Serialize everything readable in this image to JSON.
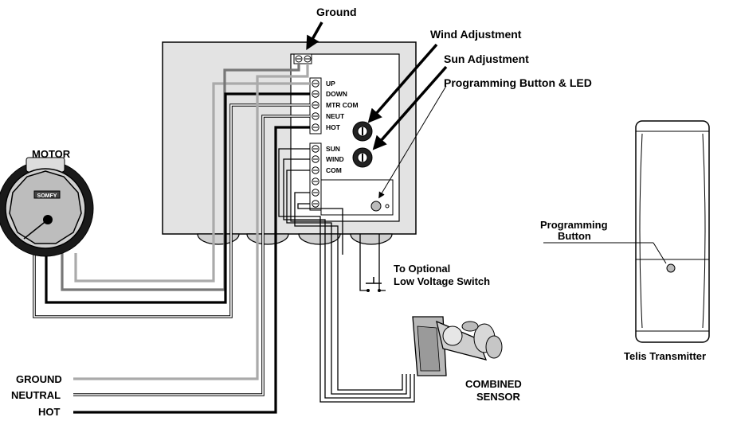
{
  "labels": {
    "ground_top": "Ground",
    "wind_adjustment": "Wind Adjustment",
    "sun_adjustment": "Sun Adjustment",
    "programming_button_led": "Programming Button & LED",
    "motor": "MOTOR",
    "programming_button_line1": "Programming",
    "programming_button_line2": "Button",
    "telis_transmitter": "Telis Transmitter",
    "optional_switch_line1": "To Optional",
    "optional_switch_line2": "Low Voltage Switch",
    "combined_sensor_line1": "COMBINED",
    "combined_sensor_line2": "SENSOR",
    "ground_wire": "GROUND",
    "neutral_wire": "NEUTRAL",
    "hot_wire": "HOT"
  },
  "terminals": {
    "up": "UP",
    "down": "DOWN",
    "mtr_com": "MTR COM",
    "neut": "NEUT",
    "hot": "HOT",
    "sun": "SUN",
    "wind": "WIND",
    "com": "COM"
  },
  "motor_brand": "SOMFY",
  "colors": {
    "grey_wire": "#aaaaaa",
    "black_wire": "#000000",
    "box_fill": "#e3e3e3",
    "knockout": "#d0d0d0"
  }
}
